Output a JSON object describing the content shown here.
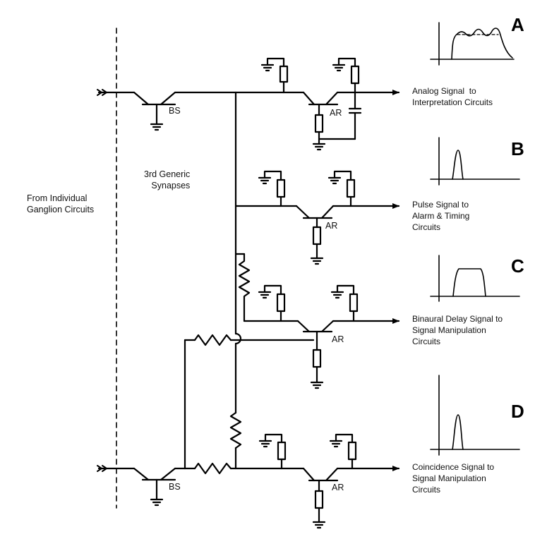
{
  "labels": {
    "source": "From Individual\nGanglion Circuits",
    "synapses": "3rd Generic\nSynapses",
    "bs_top": "BS",
    "bs_bottom": "BS",
    "ar_a": "AR",
    "ar_b": "AR",
    "ar_c": "AR",
    "ar_d": "AR"
  },
  "outputs": [
    {
      "letter": "A",
      "text": "Analog Signal  to\nInterpretation Circuits",
      "waveform": "analog"
    },
    {
      "letter": "B",
      "text": "Pulse Signal to\nAlarm & Timing\nCircuits",
      "waveform": "pulse"
    },
    {
      "letter": "C",
      "text": "Binaural Delay Signal to\nSignal Manipulation\nCircuits",
      "waveform": "plateau"
    },
    {
      "letter": "D",
      "text": "Coincidence Signal to\nSignal Manipulation\nCircuits",
      "waveform": "pulse"
    }
  ]
}
